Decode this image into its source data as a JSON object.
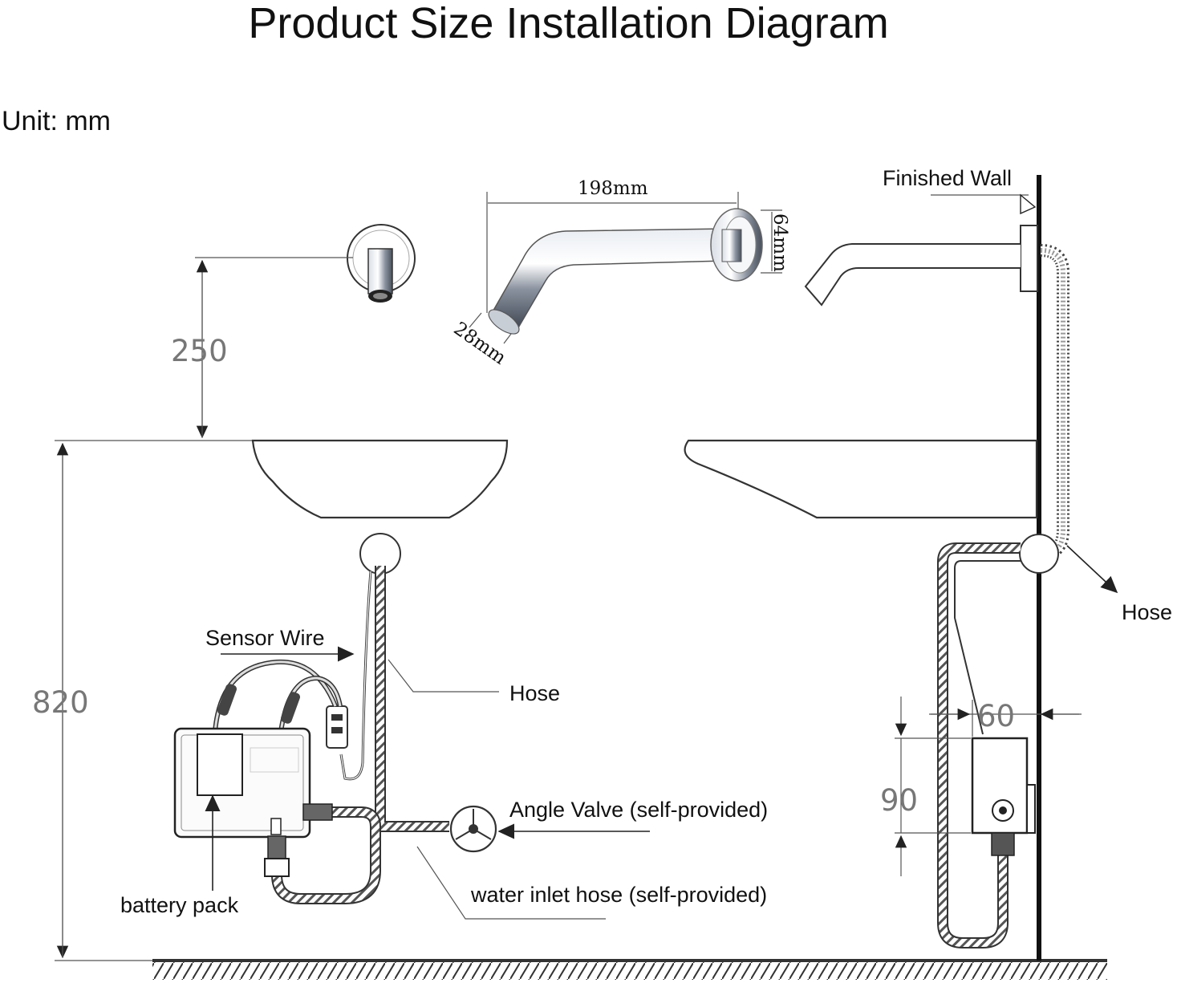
{
  "title": "Product Size Installation Diagram",
  "unit": "Unit: mm",
  "spout": {
    "length": "198mm",
    "flange_height": "64mm",
    "outlet_diameter": "28mm"
  },
  "dimensions": {
    "spout_height_above_basin": "250",
    "basin_height": "820",
    "box_offset": "60",
    "box_height": "90"
  },
  "labels": {
    "finished_wall": "Finished Wall",
    "hose_right": "Hose",
    "sensor_wire": "Sensor Wire",
    "hose_center": "Hose",
    "angle_valve": "Angle Valve (self-provided)",
    "water_inlet_hose": "water inlet hose (self-provided)",
    "battery_pack": "battery pack"
  },
  "colors": {
    "text": "#111111",
    "dimension_text": "#777777",
    "chrome_light": "#f2f4f7",
    "chrome_dark": "#5a6270"
  }
}
